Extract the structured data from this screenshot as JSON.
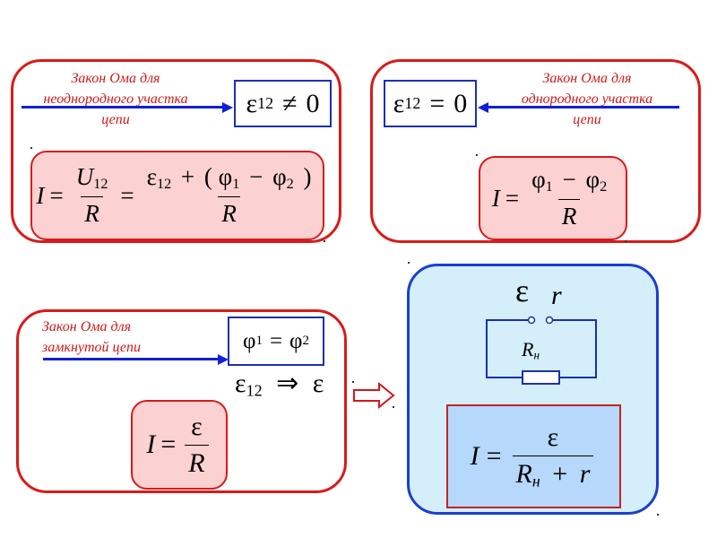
{
  "colors": {
    "panel_border": "#d91a1a",
    "caption_red": "#d01818",
    "arrow_blue": "#1020d8",
    "box_blue": "#1c2fb0",
    "pink_fill": "#fcd1d1",
    "circuit_panel_fill": "#d4eefa",
    "circuit_panel_border": "#1a3fd0",
    "formula_fill": "#b5d8fb"
  },
  "panel_nonuniform": {
    "caption": [
      "Закон Ома для",
      "неоднородного участка",
      "цепи"
    ],
    "condition": {
      "emf": "ε",
      "emf_sub": "12",
      "rel": "≠",
      "value": "0"
    },
    "formula": {
      "lhs": "I",
      "eq": "=",
      "f1_num": "U",
      "f1_num_sub": "12",
      "f1_den": "R",
      "eq2": "=",
      "f2_num_emf": "ε",
      "f2_num_emf_sub": "12",
      "f2_num_plus": "+",
      "f2_num_open": "(",
      "phi1": "φ",
      "phi1_sub": "1",
      "minus": "−",
      "phi2": "φ",
      "phi2_sub": "2",
      "f2_num_close": ")",
      "f2_den": "R"
    }
  },
  "panel_uniform": {
    "caption": [
      "Закон Ома для",
      "однородного участка",
      "цепи"
    ],
    "condition": {
      "emf": "ε",
      "emf_sub": "12",
      "rel": "=",
      "value": "0"
    },
    "formula": {
      "lhs": "I",
      "eq": "=",
      "phi1": "φ",
      "phi1_sub": "1",
      "minus": "−",
      "phi2": "φ",
      "phi2_sub": "2",
      "den": "R"
    }
  },
  "panel_closed": {
    "caption": [
      "Закон Ома для",
      "замкнутой цепи"
    ],
    "condition": {
      "phi1": "φ",
      "phi1_sub": "1",
      "rel": "=",
      "phi2": "φ",
      "phi2_sub": "2"
    },
    "implication": {
      "emf": "ε",
      "emf_sub": "12",
      "arrow": "⇒",
      "target": "ε"
    },
    "formula": {
      "lhs": "I",
      "eq": "=",
      "num": "ε",
      "den": "R"
    }
  },
  "circuit": {
    "emf": "ε",
    "internal_r": "r",
    "load": "R",
    "load_sub": "н",
    "formula": {
      "lhs": "I",
      "eq": "=",
      "num": "ε",
      "den_R": "R",
      "den_sub": "н",
      "plus": "+",
      "den_r": "r"
    }
  },
  "icons": {
    "transition_arrow": "hollow-right-arrow-icon",
    "resistor": "resistor-icon"
  }
}
